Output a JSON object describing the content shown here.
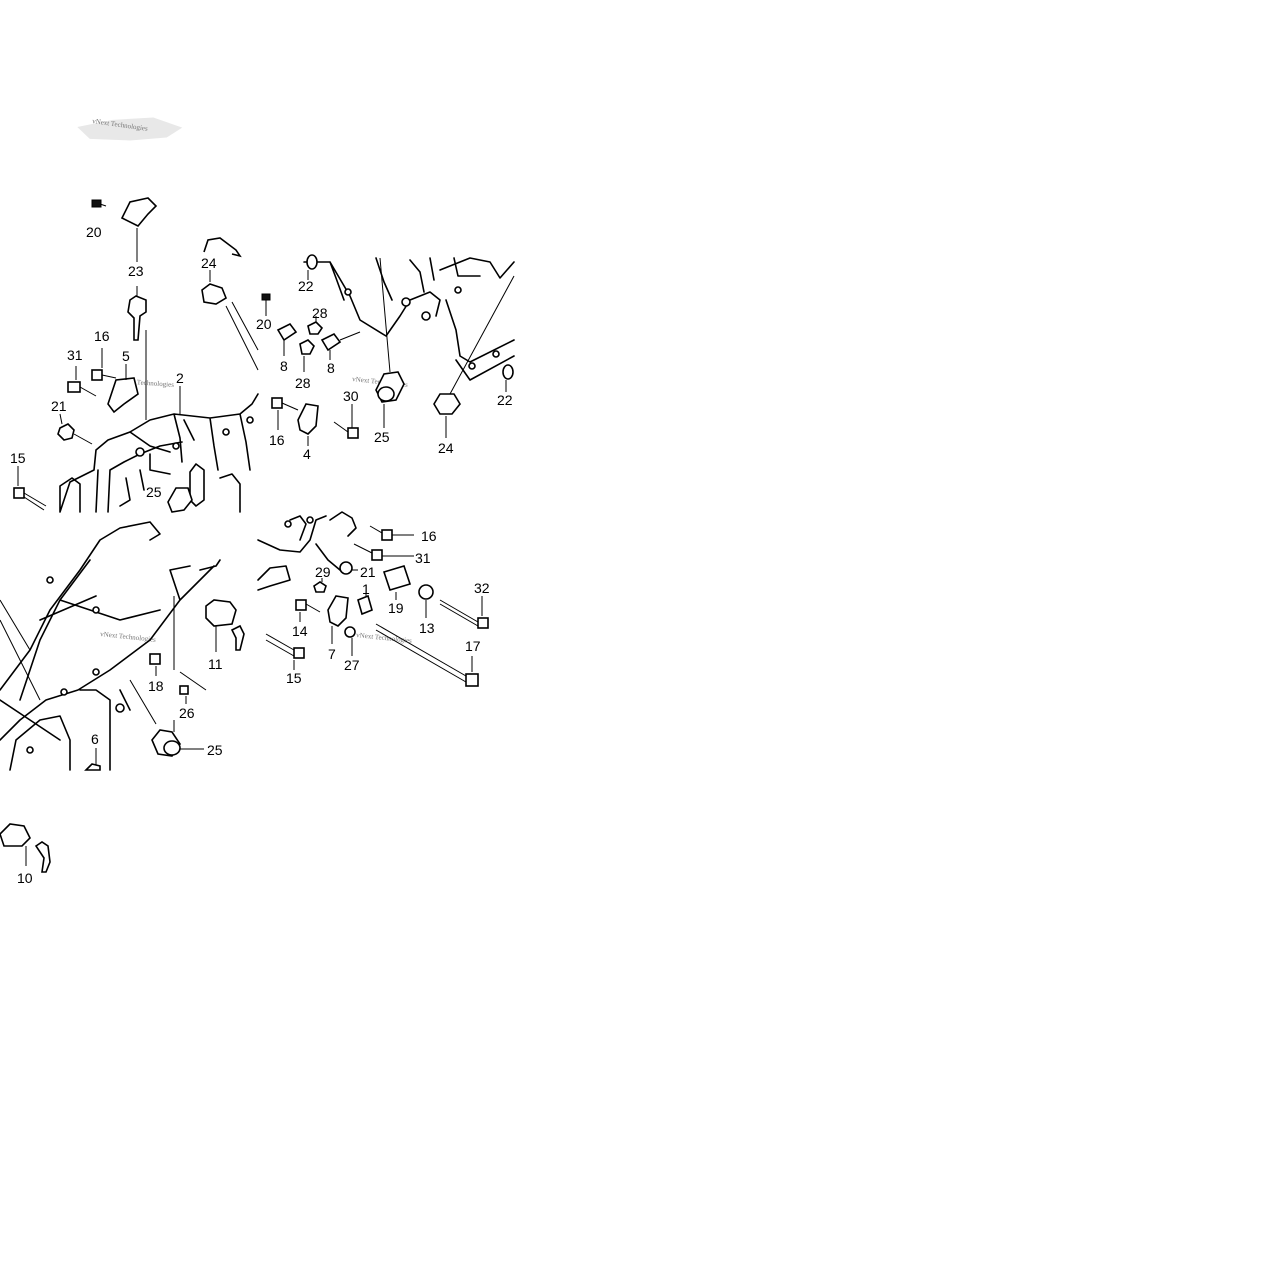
{
  "watermark": "vNext Technologies",
  "callouts": [
    {
      "id": "p20a",
      "label": "20"
    },
    {
      "id": "p23",
      "label": "23"
    },
    {
      "id": "p24a",
      "label": "24"
    },
    {
      "id": "p16a",
      "label": "16"
    },
    {
      "id": "p31a",
      "label": "31"
    },
    {
      "id": "p5",
      "label": "5"
    },
    {
      "id": "p2",
      "label": "2"
    },
    {
      "id": "p21a",
      "label": "21"
    },
    {
      "id": "p15a",
      "label": "15"
    },
    {
      "id": "p25a",
      "label": "25"
    },
    {
      "id": "p22a",
      "label": "22"
    },
    {
      "id": "p20b",
      "label": "20"
    },
    {
      "id": "p28a",
      "label": "28"
    },
    {
      "id": "p28b",
      "label": "28"
    },
    {
      "id": "p8a",
      "label": "8"
    },
    {
      "id": "p8b",
      "label": "8"
    },
    {
      "id": "p30",
      "label": "30"
    },
    {
      "id": "p25b",
      "label": "25"
    },
    {
      "id": "p24b",
      "label": "24"
    },
    {
      "id": "p22b",
      "label": "22"
    },
    {
      "id": "p16b",
      "label": "16"
    },
    {
      "id": "p4",
      "label": "4"
    },
    {
      "id": "p16c",
      "label": "16"
    },
    {
      "id": "p31b",
      "label": "31"
    },
    {
      "id": "p29",
      "label": "29"
    },
    {
      "id": "p21b",
      "label": "21"
    },
    {
      "id": "p32",
      "label": "32"
    },
    {
      "id": "p1",
      "label": "1"
    },
    {
      "id": "p19",
      "label": "19"
    },
    {
      "id": "p14",
      "label": "14"
    },
    {
      "id": "p13",
      "label": "13"
    },
    {
      "id": "p7",
      "label": "7"
    },
    {
      "id": "p17",
      "label": "17"
    },
    {
      "id": "p27",
      "label": "27"
    },
    {
      "id": "p15b",
      "label": "15"
    },
    {
      "id": "p11",
      "label": "11"
    },
    {
      "id": "p18",
      "label": "18"
    },
    {
      "id": "p26",
      "label": "26"
    },
    {
      "id": "p6",
      "label": "6"
    },
    {
      "id": "p25c",
      "label": "25"
    },
    {
      "id": "p10",
      "label": "10"
    }
  ]
}
